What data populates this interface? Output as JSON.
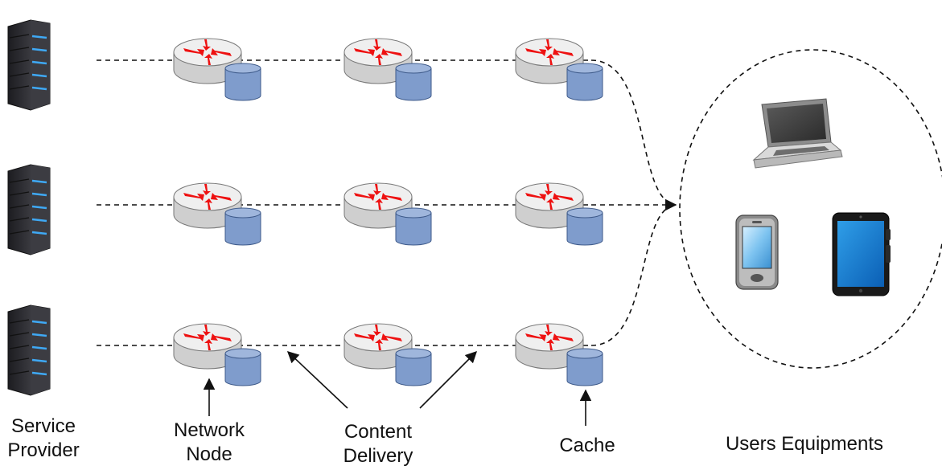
{
  "labels": {
    "service_provider": [
      "Service",
      "Provider"
    ],
    "network_node": [
      "Network",
      "Node"
    ],
    "content_delivery": [
      "Content",
      "Delivery"
    ],
    "cache": "Cache",
    "users_equipments": "Users Equipments"
  },
  "rows": [
    "row-1",
    "row-2",
    "row-3"
  ],
  "nodes_per_row": 3,
  "colors": {
    "router_top": "#efefef",
    "router_side": "#cfcfcf",
    "router_arrow": "#ee1111",
    "cache_body": "#7f9ccc",
    "cache_stroke": "#3e5a8a",
    "server_body": "#2c2c30",
    "server_led": "#3fa9f5",
    "link": "#111111"
  },
  "icons": {
    "server": "server-tower-icon",
    "router": "router-icon",
    "cache": "database-cylinder-icon",
    "laptop": "laptop-icon",
    "phone": "smartphone-icon",
    "tablet": "tablet-icon"
  }
}
